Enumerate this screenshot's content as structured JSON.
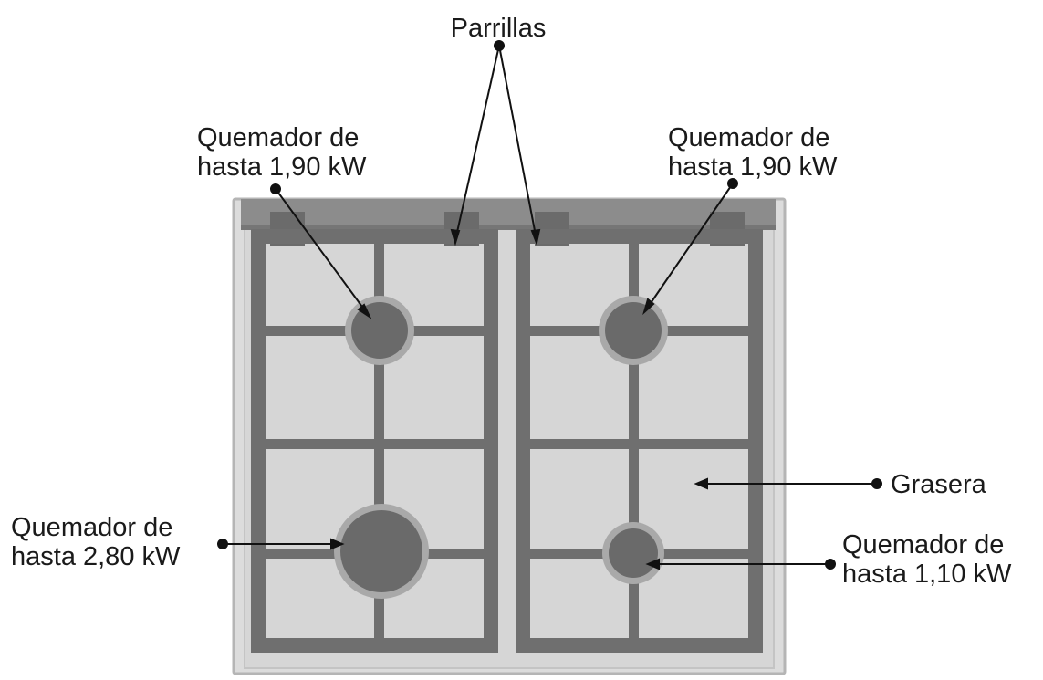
{
  "labels": {
    "parrillas": "Parrillas",
    "grasera": "Grasera",
    "burner_top_left": [
      "Quemador de",
      "hasta 1,90 kW"
    ],
    "burner_top_right": [
      "Quemador de",
      "hasta 1,90 kW"
    ],
    "burner_bottom_left": [
      "Quemador de",
      "hasta 2,80 kW"
    ],
    "burner_bottom_right": [
      "Quemador de",
      "hasta 1,10 kW"
    ]
  },
  "colors": {
    "panel": "#dcdcdc",
    "panel_border": "#b5b5b5",
    "back_strip": "#8c8c8c",
    "grate": "#6f6f6f",
    "grate_dark": "#5c5c5c",
    "burner_ring": "#a9a9a9",
    "burner_cap": "#6a6a6a",
    "line": "#111111"
  }
}
